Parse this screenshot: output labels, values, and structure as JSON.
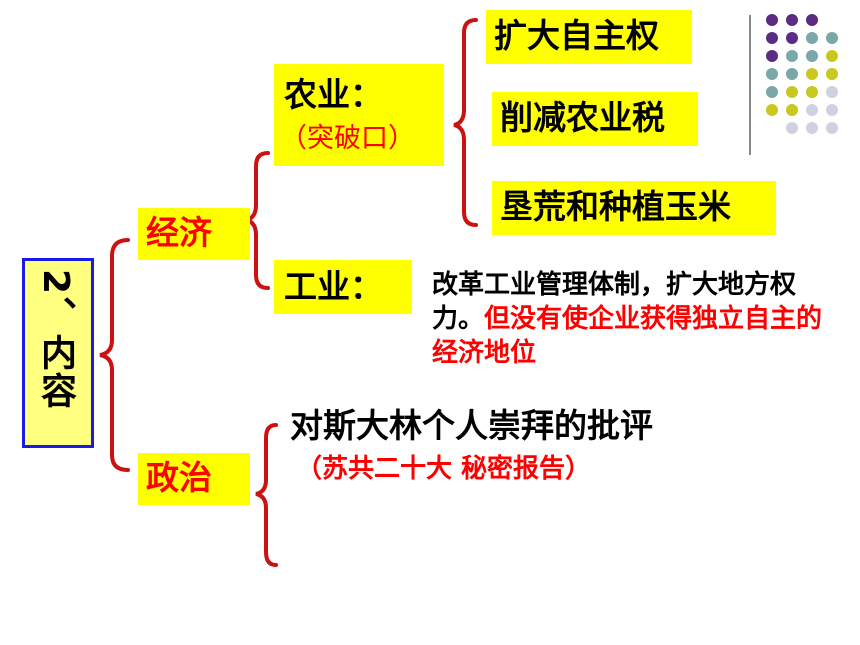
{
  "title": "2、内容",
  "economy": {
    "label": "经济",
    "agriculture": {
      "label": "农业：",
      "note": "（突破口）",
      "items": [
        "扩大自主权",
        "削减农业税",
        "垦荒和种植玉米"
      ]
    },
    "industry": {
      "label": "工业：",
      "desc_black": "改革工业管理体制，扩大地方权力。",
      "desc_red": "但没有使企业获得独立自主的经济地位"
    }
  },
  "politics": {
    "label": "政治",
    "desc": "对斯大林个人崇拜的批评",
    "note": "（苏共二十大 秘密报告）"
  },
  "colors": {
    "highlight": "#ffff00",
    "red": "#ff0000",
    "brace": "#cc1111",
    "title_border": "#1a1ae6",
    "dot_purple": "#5b2c83",
    "dot_teal": "#7aa7a7",
    "dot_olive": "#c8c81e",
    "dot_light": "#d0d0e0"
  }
}
